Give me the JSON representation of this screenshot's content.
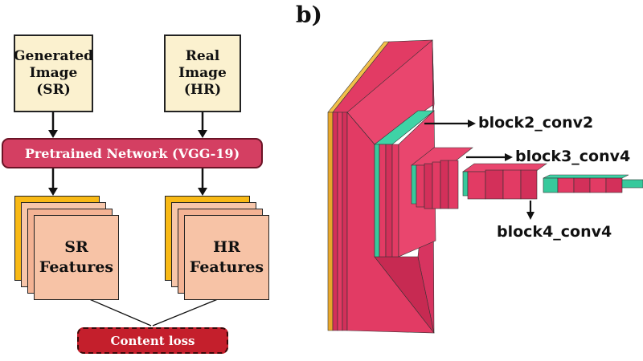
{
  "panel_b_label": "b)",
  "panel_a": {
    "inputs": [
      {
        "lines": [
          "Generated",
          "Image",
          "(SR)"
        ]
      },
      {
        "lines": [
          "Real",
          "Image",
          "(HR)"
        ]
      }
    ],
    "network_label": "Pretrained Network (VGG-19)",
    "features": [
      {
        "lines": [
          "SR",
          "Features"
        ]
      },
      {
        "lines": [
          "HR",
          "Features"
        ]
      }
    ],
    "loss_label": "Content loss"
  },
  "panel_b": {
    "layer_labels": [
      "block2_conv2",
      "block3_conv4",
      "block4_conv4"
    ]
  },
  "colors": {
    "input_fill": "#fbf1cf",
    "network_fill": "#d43f62",
    "feature_back": "#f8b915",
    "feature_front": "#f7c3a6",
    "loss_fill": "#c41f2c",
    "layer_pink": "#e23b64",
    "layer_yellow": "#f2c04a",
    "layer_teal": "#37c99c"
  }
}
